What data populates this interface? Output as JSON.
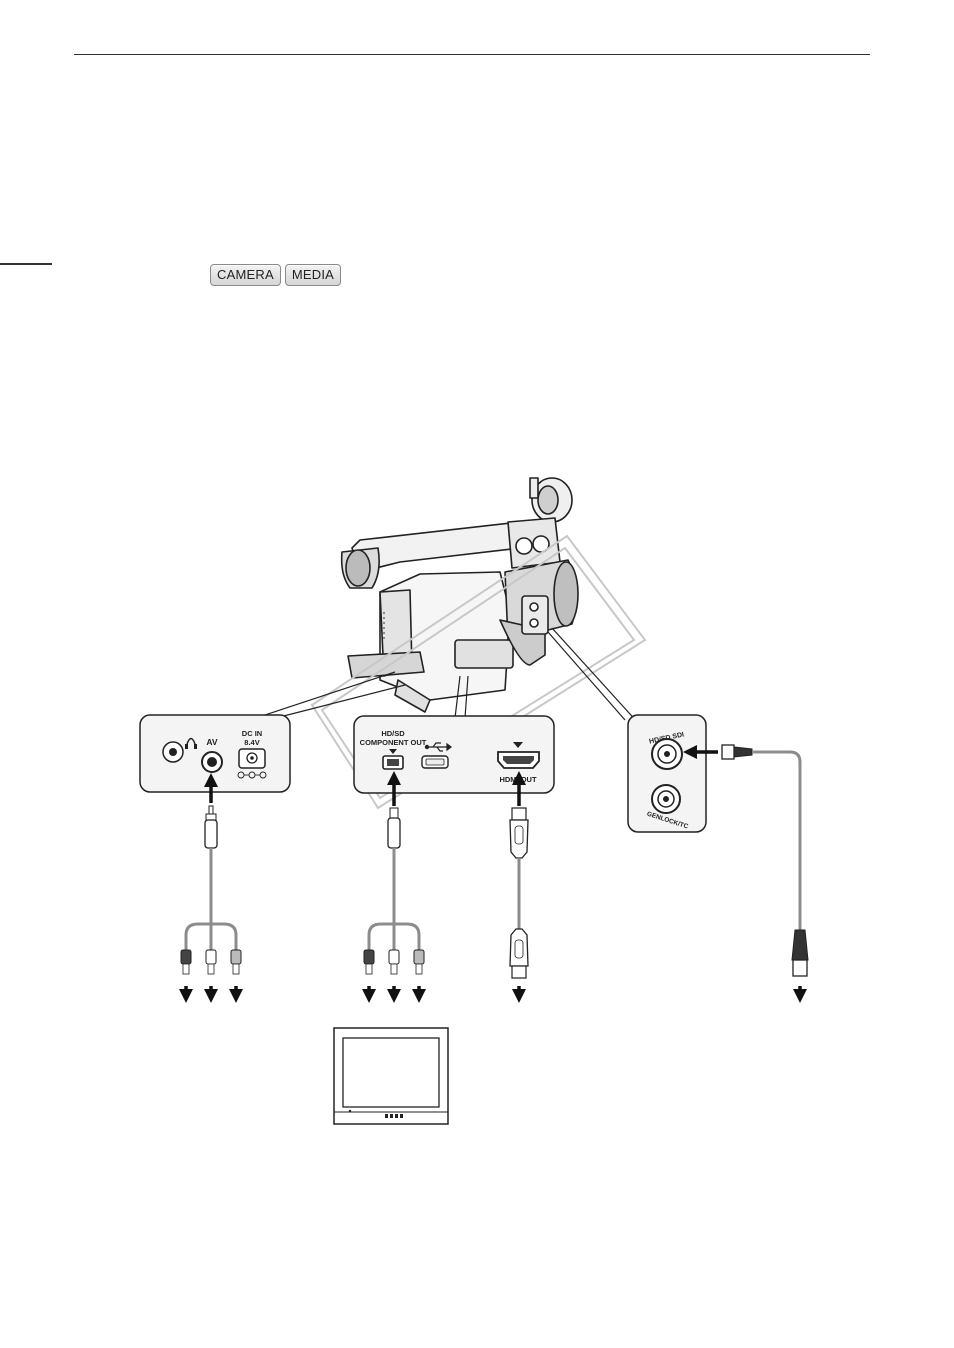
{
  "badges": {
    "camera": "CAMERA",
    "media": "MEDIA"
  },
  "panels": {
    "left": {
      "av": "AV",
      "dc_in_line1": "DC IN",
      "dc_in_line2": "8.4V"
    },
    "center": {
      "hdsd_line1": "HD/SD",
      "hdsd_line2": "COMPONENT OUT",
      "hdmi": "HDMI OUT"
    },
    "right": {
      "sdi": "HD/SD SDI",
      "genlock": "GENLOCK/TC"
    }
  },
  "colors": {
    "line": "#222222",
    "cable": "#8c8c8c",
    "panel_bg": "#f4f4f4"
  }
}
